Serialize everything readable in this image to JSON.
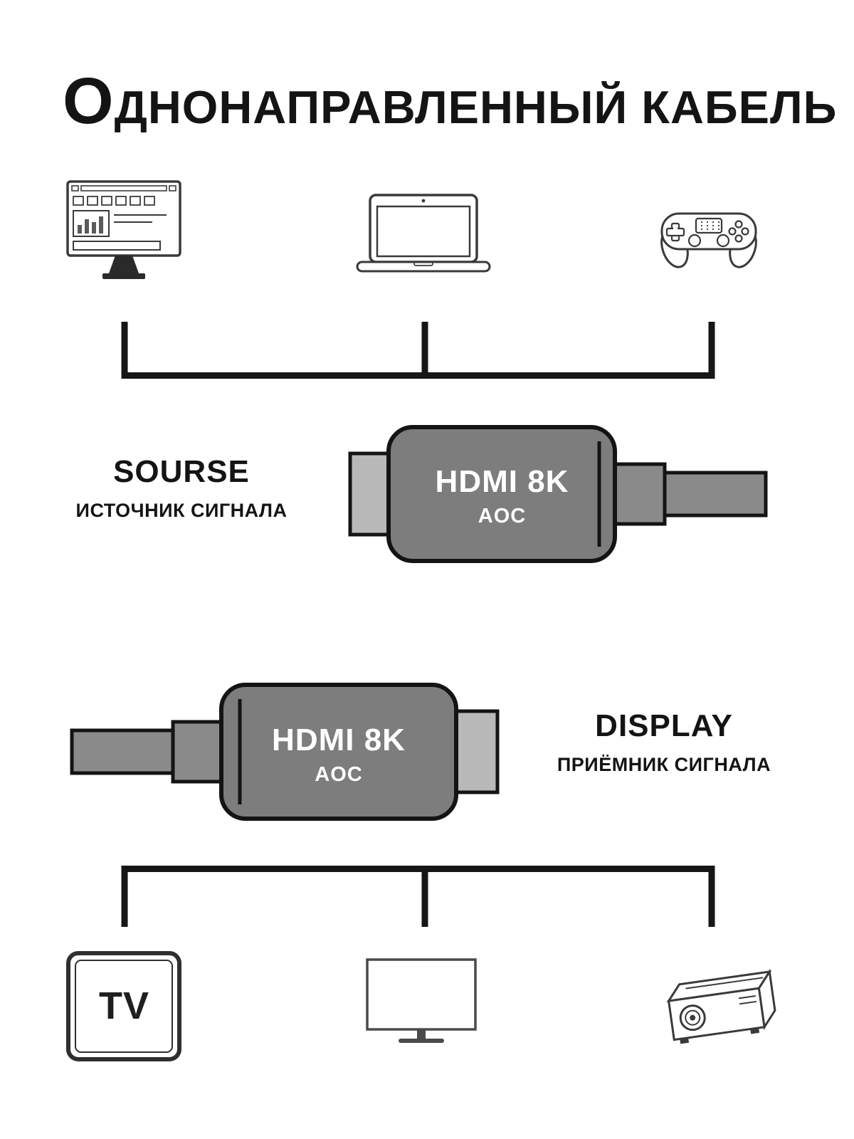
{
  "title": {
    "initial": "О",
    "rest": "ДНОНАПРАВЛЕННЫЙ КАБЕЛЬ"
  },
  "source_section": {
    "label_en": "SOURSE",
    "label_ru": "ИСТОЧНИК СИГНАЛА"
  },
  "display_section": {
    "label_en": "DISPLAY",
    "label_ru": "ПРИЁМНИК СИГНАЛА",
    "tv_label": "TV"
  },
  "cable": {
    "line1": "HDMI 8K",
    "line2": "AOC",
    "body_color": "#7d7d7d",
    "plug_color": "#b9b9b9",
    "cord_color": "#8a8a8a",
    "outline_color": "#141414",
    "text_color": "#ffffff"
  },
  "icons": {
    "source_devices": [
      "desktop-computer-icon",
      "laptop-icon",
      "game-controller-icon"
    ],
    "display_devices": [
      "tv-icon",
      "monitor-icon",
      "projector-icon"
    ]
  }
}
